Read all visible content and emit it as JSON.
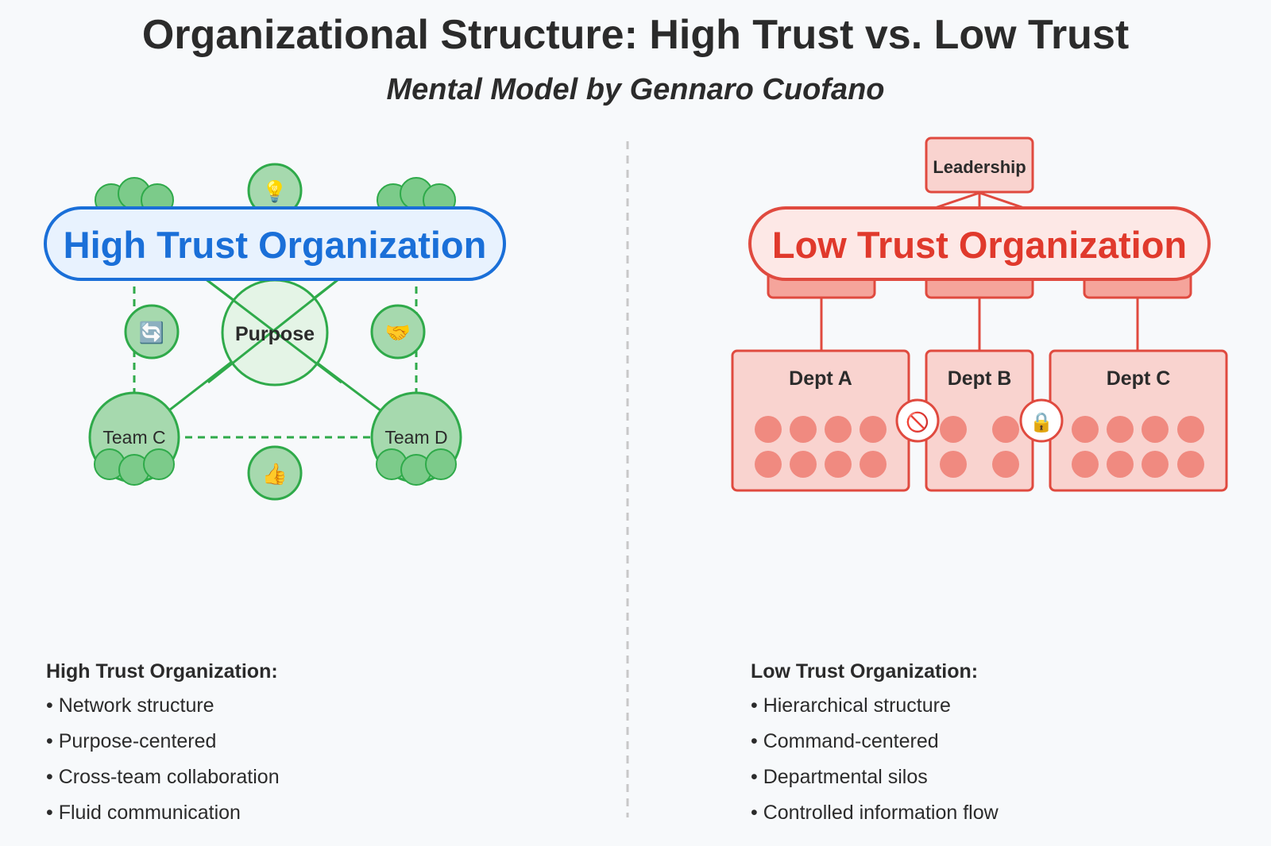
{
  "title": "Organizational Structure: High Trust vs. Low Trust",
  "subtitle": "Mental Model by Gennaro Cuofano",
  "colors": {
    "high_stroke": "#2faa4a",
    "high_fill": "#a6d9ae",
    "high_center_fill": "#e4f4e6",
    "high_title": "#1a6fd8",
    "high_banner_fill": "#e8f2fe",
    "low_stroke": "#e04a3f",
    "low_fill": "#f9d3cf",
    "low_dot": "#f08a80",
    "low_title": "#e0392c",
    "low_banner_fill": "#fde8e6",
    "divider": "#c8c8c8"
  },
  "high": {
    "banner": "High Trust Organization",
    "center": "Purpose",
    "team_left": "Team C",
    "team_right": "Team D",
    "icons": {
      "top": "💡",
      "left": "🔄",
      "right": "🤝",
      "bottom": "👍"
    }
  },
  "low": {
    "banner": "Low Trust Organization",
    "leadership": "Leadership",
    "depts": [
      "Dept A",
      "Dept B",
      "Dept C"
    ],
    "barrier_icons": [
      "🚫",
      "🔒"
    ]
  },
  "notes": {
    "high": {
      "heading": "High Trust Organization:",
      "items": [
        "Network structure",
        "Purpose-centered",
        "Cross-team collaboration",
        "Fluid communication"
      ]
    },
    "low": {
      "heading": "Low Trust Organization:",
      "items": [
        "Hierarchical structure",
        "Command-centered",
        "Departmental silos",
        "Controlled information flow"
      ]
    }
  }
}
